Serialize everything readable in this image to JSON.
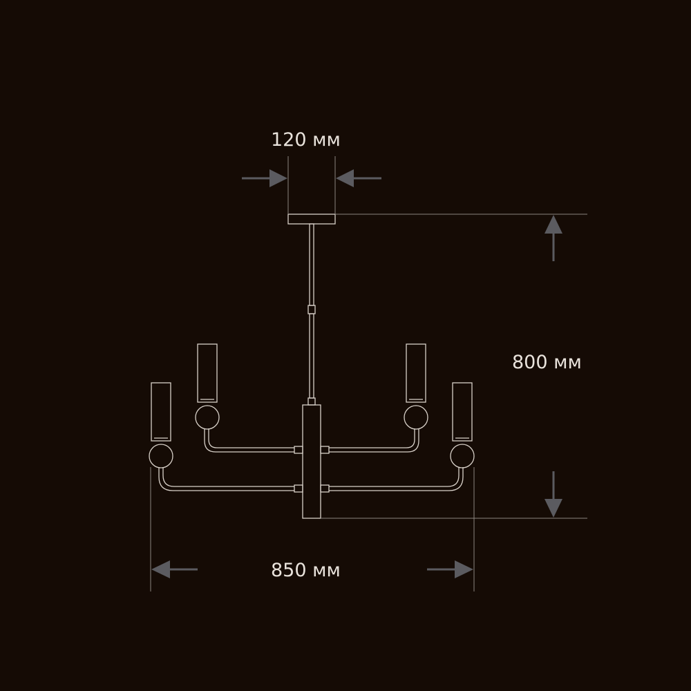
{
  "dimensions": {
    "canopy_width": "120 мм",
    "overall_height": "800 мм",
    "overall_width": "850 мм"
  },
  "colors": {
    "background": "#150b05",
    "drawing_line": "#d9d2ca",
    "dimension_line": "#8c8680",
    "arrow": "#5b5b60",
    "label": "#e9e3dc"
  }
}
